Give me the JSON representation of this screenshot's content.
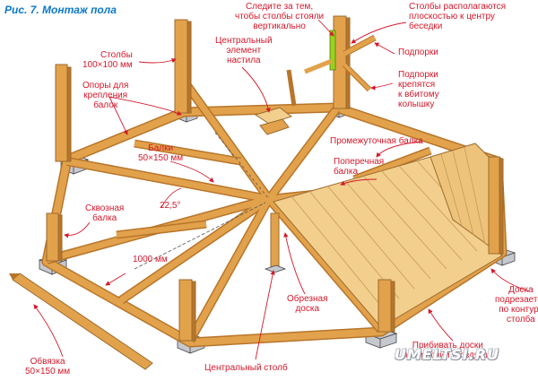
{
  "title": "Рис. 7. Монтаж пола",
  "labels": {
    "posts": "Столбы\n100×100 мм",
    "beam_supports": "Опоры для\nкрепления\nбалок",
    "beams": "Балки\n50×150 мм",
    "through_beam": "Сквозная\nбалка",
    "angle": "22,5°",
    "length": "1000 мм",
    "strapping": "Обвязка\n50×150 мм",
    "central_post": "Центральный столб",
    "central_element": "Центральный\nэлемент\nнастила",
    "vertical_check": "Следите за тем,\nчтобы столбы стояли\nвертикально",
    "posts_center": "Столбы располагаются\nплоскостью к центру\nбеседки",
    "braces": "Подпорки",
    "braces_stake": "Подпорки\nкрепятся\nк вбитому\nколышку",
    "intermediate_beam": "Промежуточная балка",
    "cross_beam": "Поперечная\nбалка",
    "edged_board": "Обрезная\nдоска",
    "board_trim": "Доска\nподрезается\nпо контуру\nстолба",
    "nail_boards": "Прибивать доски\nк коррозии гвоздями"
  },
  "watermark": "UMELTSI.RU",
  "colors": {
    "title": "#0c78c8",
    "label": "#d4182a",
    "wood": "#e2a24c",
    "wood_dark": "#b8752a",
    "floor": "#f2cf8c",
    "concrete": "#c5c9cf",
    "level": "#9ad21e"
  }
}
